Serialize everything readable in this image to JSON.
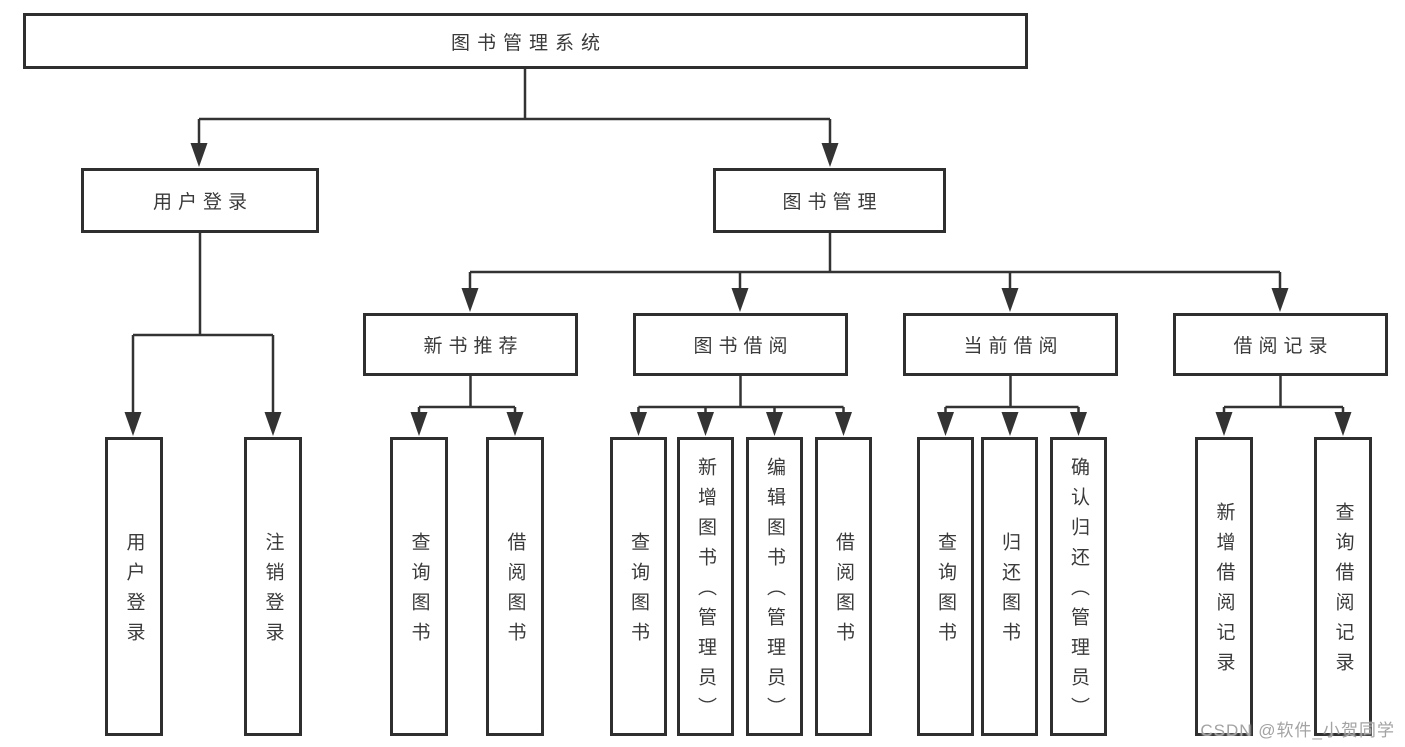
{
  "tree": {
    "root": "图书管理系统",
    "level2": [
      "用户登录",
      "图书管理"
    ],
    "level3": [
      "新书推荐",
      "图书借阅",
      "当前借阅",
      "借阅记录"
    ],
    "leaves": {
      "user_login": [
        "用户登录",
        "注销登录"
      ],
      "new_books": [
        "查询图书",
        "借阅图书"
      ],
      "book_borrow": [
        "查询图书",
        "新增图书（管理员）",
        "编辑图书（管理员）",
        "借阅图书"
      ],
      "current_borrow": [
        "查询图书",
        "归还图书",
        "确认归还（管理员）"
      ],
      "borrow_records": [
        "新增借阅记录",
        "查询借阅记录"
      ]
    }
  },
  "watermark": "CSDN @软件_小贺同学",
  "colors": {
    "line": "#333333",
    "border": "#2f2f2f",
    "text": "#3a3a3a",
    "watermark": "#a3a3a3",
    "background": "#ffffff"
  }
}
